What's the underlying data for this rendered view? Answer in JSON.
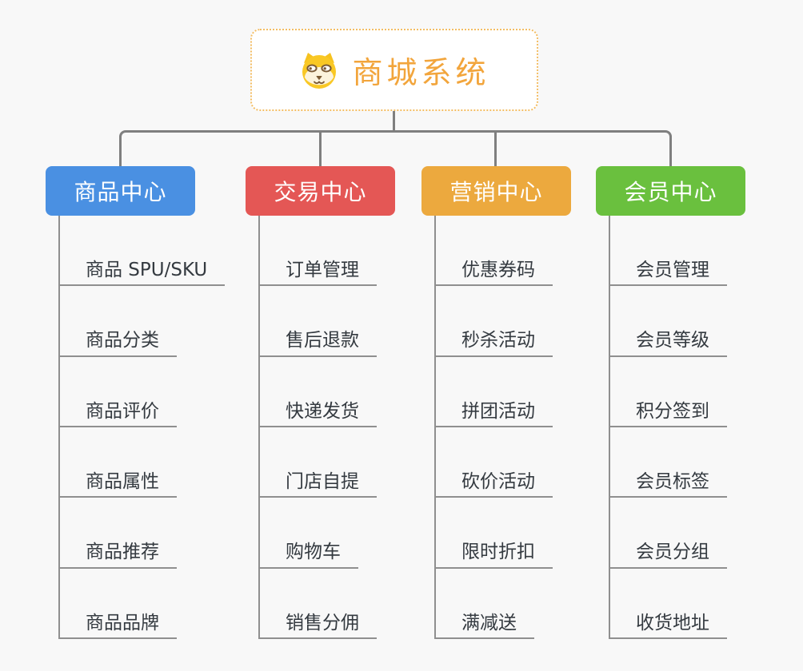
{
  "app": {
    "background_color": "#f8f8f8",
    "connector_color": "#7f7f7f",
    "leaf_line_color": "#8f8f8f"
  },
  "root": {
    "title": "商城系统",
    "title_color": "#f2a53c",
    "border_color": "#f3bd63",
    "icon": "dog-face-icon"
  },
  "branches": [
    {
      "label": "商品中心",
      "color": "#4a90e2",
      "children": [
        "商品 SPU/SKU",
        "商品分类",
        "商品评价",
        "商品属性",
        "商品推荐",
        "商品品牌"
      ]
    },
    {
      "label": "交易中心",
      "color": "#e45755",
      "children": [
        "订单管理",
        "售后退款",
        "快递发货",
        "门店自提",
        "购物车",
        "销售分佣"
      ]
    },
    {
      "label": "营销中心",
      "color": "#eca93e",
      "children": [
        "优惠券码",
        "秒杀活动",
        "拼团活动",
        "砍价活动",
        "限时折扣",
        "满减送"
      ]
    },
    {
      "label": "会员中心",
      "color": "#6ac03e",
      "children": [
        "会员管理",
        "会员等级",
        "积分签到",
        "会员标签",
        "会员分组",
        "收货地址"
      ]
    }
  ]
}
